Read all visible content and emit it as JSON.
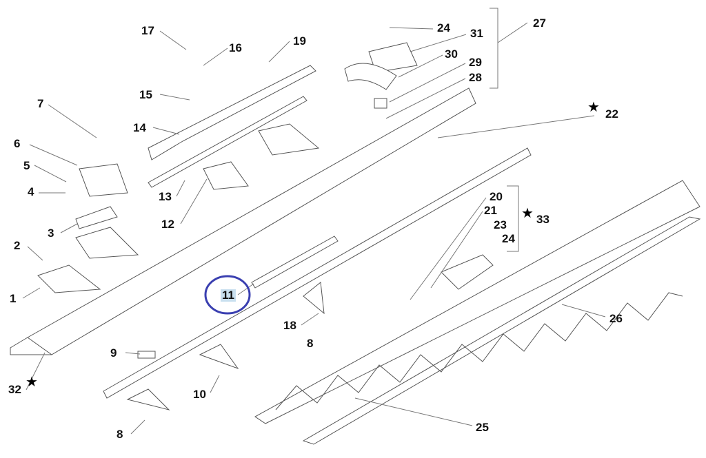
{
  "diagram": {
    "highlighted_callout": "11",
    "highlight_color": "#3a3fb0",
    "callouts": {
      "c17": "17",
      "c16": "16",
      "c19": "19",
      "c24a": "24",
      "c31": "31",
      "c27": "27",
      "c30": "30",
      "c29": "29",
      "c28": "28",
      "c22": "22",
      "c15": "15",
      "c14": "14",
      "c7": "7",
      "c6": "6",
      "c5": "5",
      "c4": "4",
      "c13": "13",
      "c12": "12",
      "c3": "3",
      "c2": "2",
      "c1": "1",
      "c11": "11",
      "c20": "20",
      "c21": "21",
      "c23": "23",
      "c24b": "24",
      "c33": "33",
      "c18": "18",
      "c8a": "8",
      "c26": "26",
      "c9": "9",
      "c10": "10",
      "c32": "32",
      "c8b": "8",
      "c25": "25"
    },
    "star_symbol": "★"
  }
}
